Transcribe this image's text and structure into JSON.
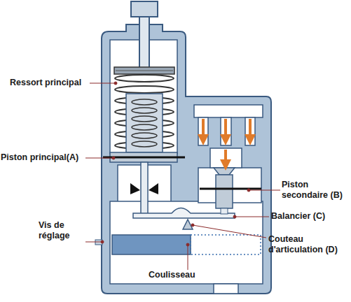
{
  "diagram": {
    "labels": [
      "Ressort principal",
      "Piston principal(A)",
      "Piston secondaire (B)",
      "Balancier (C)",
      "Couteau d'articulation (D)",
      "Vis de réglage",
      "Coulisseau"
    ]
  }
}
